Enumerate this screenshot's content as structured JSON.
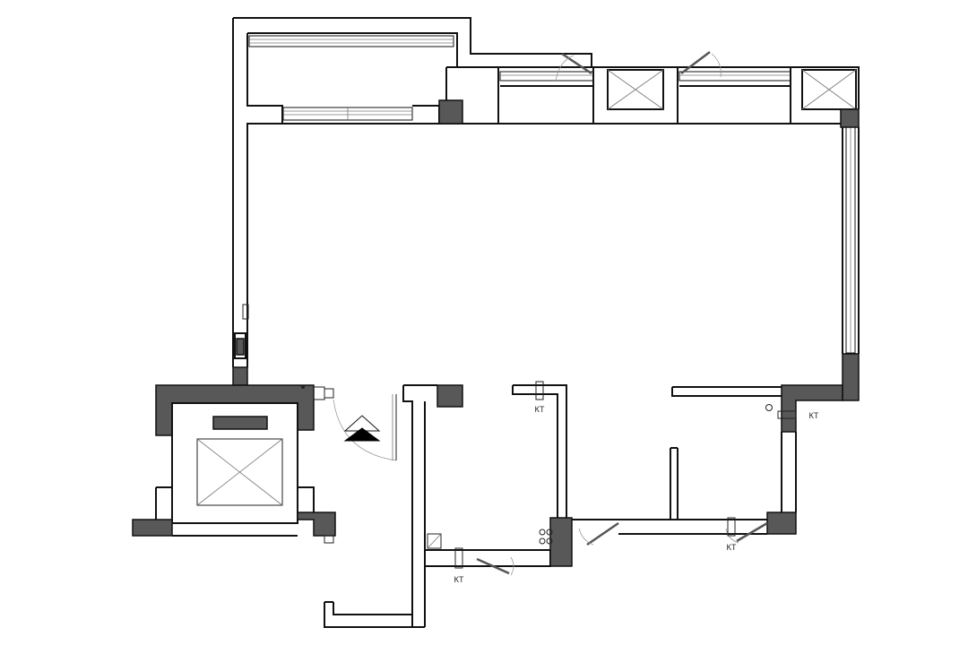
{
  "plan": {
    "labels": {
      "pipe_a": "KT",
      "pipe_b": "KT",
      "pipe_c": "KT",
      "pipe_d": "KT"
    },
    "colors": {
      "wall_line": "#111111",
      "structural_column": "#585858",
      "background": "#ffffff",
      "entry_marker": "#000000"
    },
    "icons": [
      "elevator-shaft-icon",
      "door-swing-icon",
      "entry-arrow-icon",
      "shaft-void-icon"
    ]
  }
}
